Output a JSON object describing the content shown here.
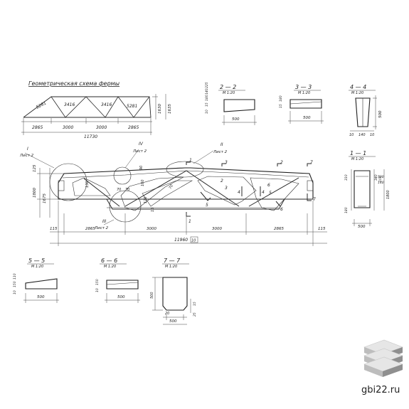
{
  "geometric_scheme": {
    "title": "Геометрическая схема фермы",
    "members": [
      "5281",
      "3416",
      "3416",
      "5281"
    ],
    "dims": [
      "2865",
      "3000",
      "3000",
      "2865"
    ],
    "total": "11730",
    "heights": [
      "1630",
      "1635"
    ]
  },
  "truss": {
    "bottom_dims": [
      "115",
      "2865",
      "3000",
      "3000",
      "2865",
      "115"
    ],
    "total": "11960",
    "total_box": "10",
    "left_heights": [
      "125",
      "1800",
      "1675"
    ],
    "top_dims": [
      "90",
      "100",
      "70",
      "70",
      "15",
      "70",
      "130",
      "120"
    ],
    "callouts": [
      {
        "num": "I",
        "sheet": "Лист 2"
      },
      {
        "num": "IV",
        "sheet": "Лист 2"
      },
      {
        "num": "II",
        "sheet": "Лист 2"
      },
      {
        "num": "III",
        "sheet": "Лист 2"
      }
    ],
    "section_marks": [
      "1",
      "2",
      "3",
      "4",
      "5",
      "6",
      "7",
      "1",
      "2",
      "3",
      "4",
      "5",
      "6",
      "7"
    ]
  },
  "sections": {
    "s2": {
      "title": "2 — 2",
      "scale": "М 1:20",
      "width": "500",
      "heights": [
        "10",
        "15",
        "180",
        "140",
        "225"
      ]
    },
    "s3": {
      "title": "3 — 3",
      "scale": "М 1:20",
      "width": "500",
      "heights": [
        "15",
        "180"
      ]
    },
    "s4": {
      "title": "4 — 4",
      "scale": "М 1:20",
      "width": "500",
      "bottom": [
        "10",
        "140",
        "10"
      ]
    },
    "s1": {
      "title": "1 — 1",
      "scale": "М 1:20",
      "width": "500",
      "heights": [
        "310",
        "340",
        "1800",
        "180",
        "100"
      ],
      "right": [
        "500",
        "140"
      ]
    },
    "s5": {
      "title": "5 — 5",
      "scale": "М 1:20",
      "width": "500",
      "heights": [
        "10",
        "150",
        "110"
      ]
    },
    "s6": {
      "title": "6 — 6",
      "scale": "М 1:20",
      "width": "500",
      "heights": [
        "10",
        "150"
      ]
    },
    "s7": {
      "title": "7 — 7",
      "scale": "М 1:20",
      "width": "500",
      "height": "500",
      "bottom": "20",
      "right": [
        "15",
        "25"
      ]
    }
  },
  "watermark": {
    "site": "gbi22.ru"
  },
  "colors": {
    "line": "#1e1e1e",
    "logo_light": "#e6e6e6",
    "logo_mid": "#bdbdbd",
    "logo_dark": "#8f8f8f",
    "site_text": "#3a3a3a"
  }
}
